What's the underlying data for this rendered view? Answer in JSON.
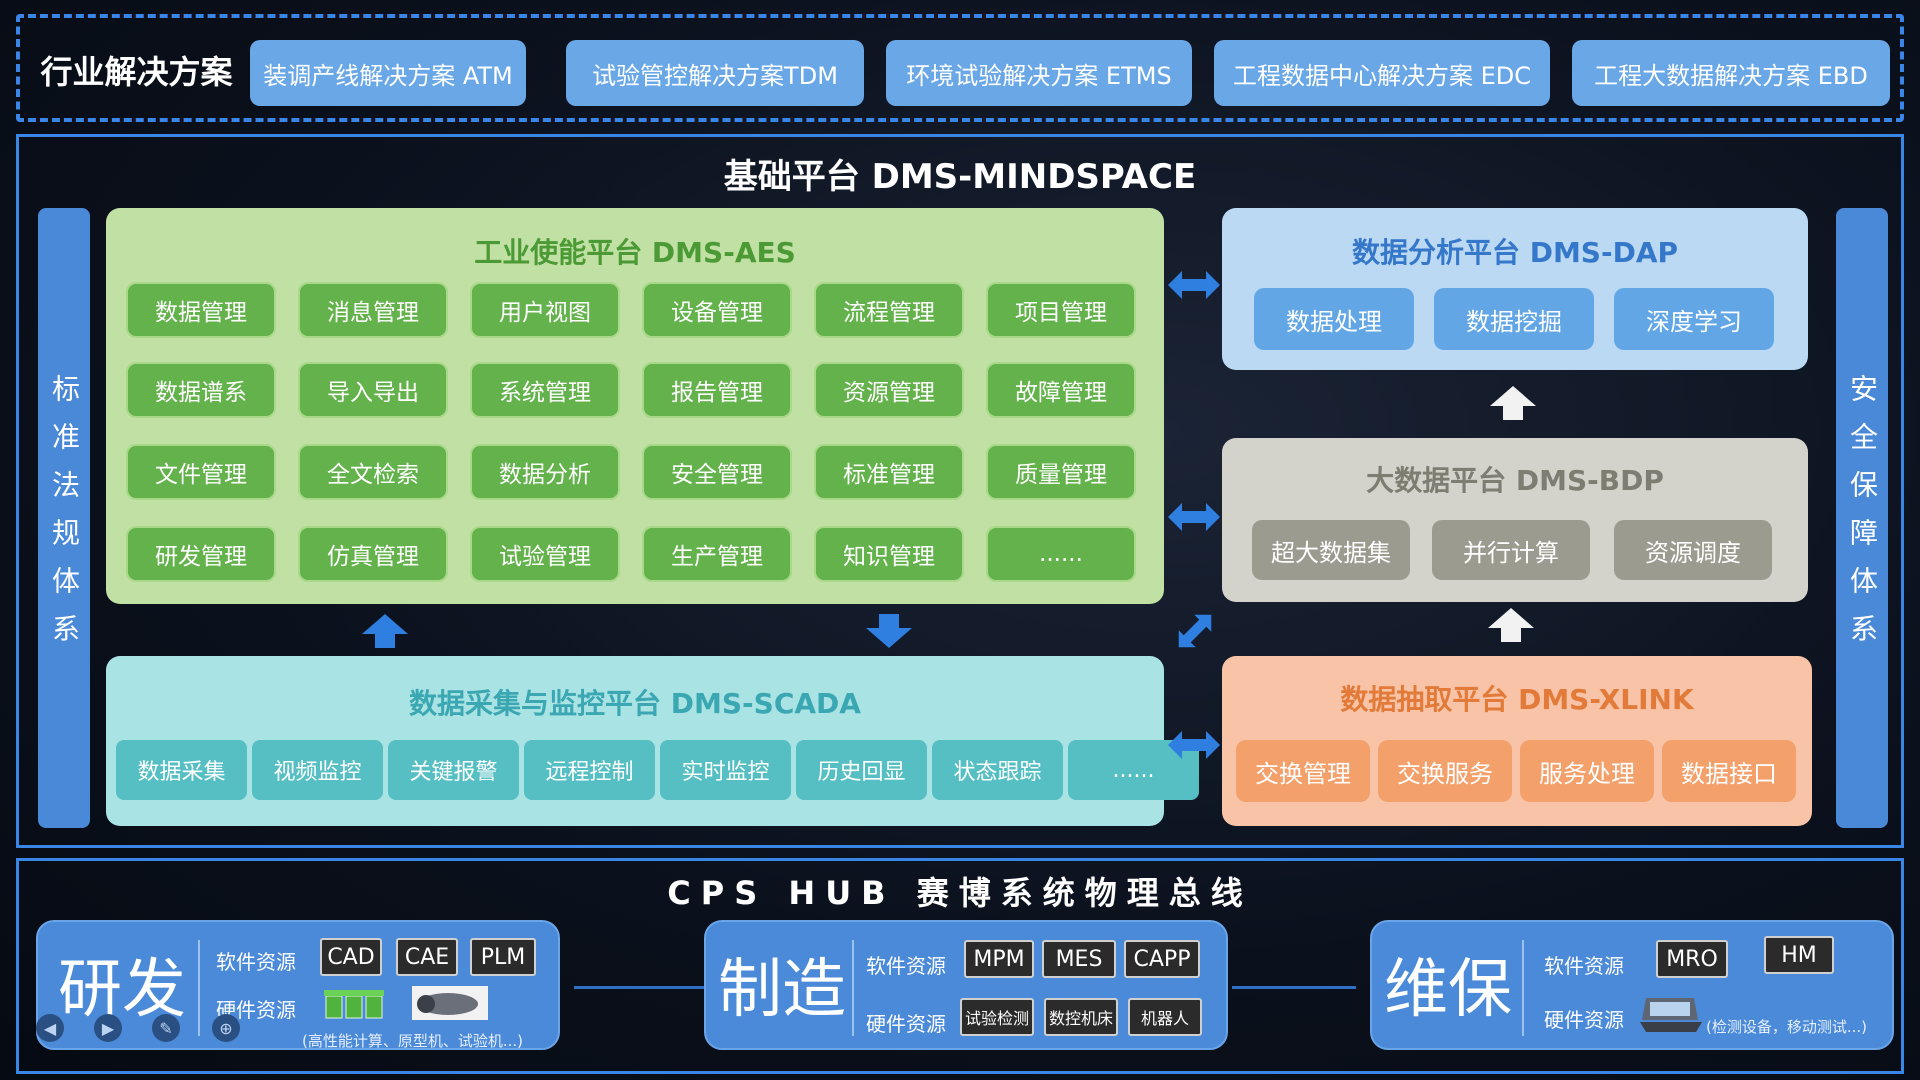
{
  "industry": {
    "title": "行业解决方案",
    "solutions": [
      "装调产线解决方案 ATM",
      "试验管控解决方案TDM",
      "环境试验解决方案 ETMS",
      "工程数据中心解决方案 EDC",
      "工程大数据解决方案 EBD"
    ]
  },
  "base": {
    "title": "基础平台 DMS-MINDSPACE",
    "left_side": "标准法规体系",
    "right_side": "安全保障体系"
  },
  "aes": {
    "title": "工业使能平台 DMS-AES",
    "items": [
      "数据管理",
      "消息管理",
      "用户视图",
      "设备管理",
      "流程管理",
      "项目管理",
      "数据谱系",
      "导入导出",
      "系统管理",
      "报告管理",
      "资源管理",
      "故障管理",
      "文件管理",
      "全文检索",
      "数据分析",
      "安全管理",
      "标准管理",
      "质量管理",
      "研发管理",
      "仿真管理",
      "试验管理",
      "生产管理",
      "知识管理",
      "......"
    ]
  },
  "scada": {
    "title": "数据采集与监控平台 DMS-SCADA",
    "items": [
      "数据采集",
      "视频监控",
      "关键报警",
      "远程控制",
      "实时监控",
      "历史回显",
      "状态跟踪",
      "......"
    ]
  },
  "dap": {
    "title": "数据分析平台 DMS-DAP",
    "items": [
      "数据处理",
      "数据挖掘",
      "深度学习"
    ]
  },
  "bdp": {
    "title": "大数据平台 DMS-BDP",
    "items": [
      "超大数据集",
      "并行计算",
      "资源调度"
    ]
  },
  "xlink": {
    "title": "数据抽取平台 DMS-XLINK",
    "items": [
      "交换管理",
      "交换服务",
      "服务处理",
      "数据接口"
    ]
  },
  "hub": {
    "title": "CPS HUB 赛博系统物理总线",
    "rd": {
      "label": "研发",
      "software_label": "软件资源",
      "hardware_label": "硬件资源",
      "software": [
        "CAD",
        "CAE",
        "PLM"
      ],
      "note": "(高性能计算、原型机、试验机...)"
    },
    "mfg": {
      "label": "制造",
      "software_label": "软件资源",
      "hardware_label": "硬件资源",
      "software": [
        "MPM",
        "MES",
        "CAPP"
      ],
      "hardware": [
        "试验检测",
        "数控机床",
        "机器人"
      ]
    },
    "mro": {
      "label": "维保",
      "software_label": "软件资源",
      "hardware_label": "硬件资源",
      "software": [
        "MRO",
        "HM"
      ],
      "note": "(检测设备，移动测试...)"
    }
  },
  "colors": {
    "frame": "#3a86e6",
    "aes": "#c0e0a4",
    "scada": "#a9e3e3",
    "dap": "#bcd9f4",
    "bdp": "#d3d3cb",
    "xlink": "#f8c3a6"
  }
}
